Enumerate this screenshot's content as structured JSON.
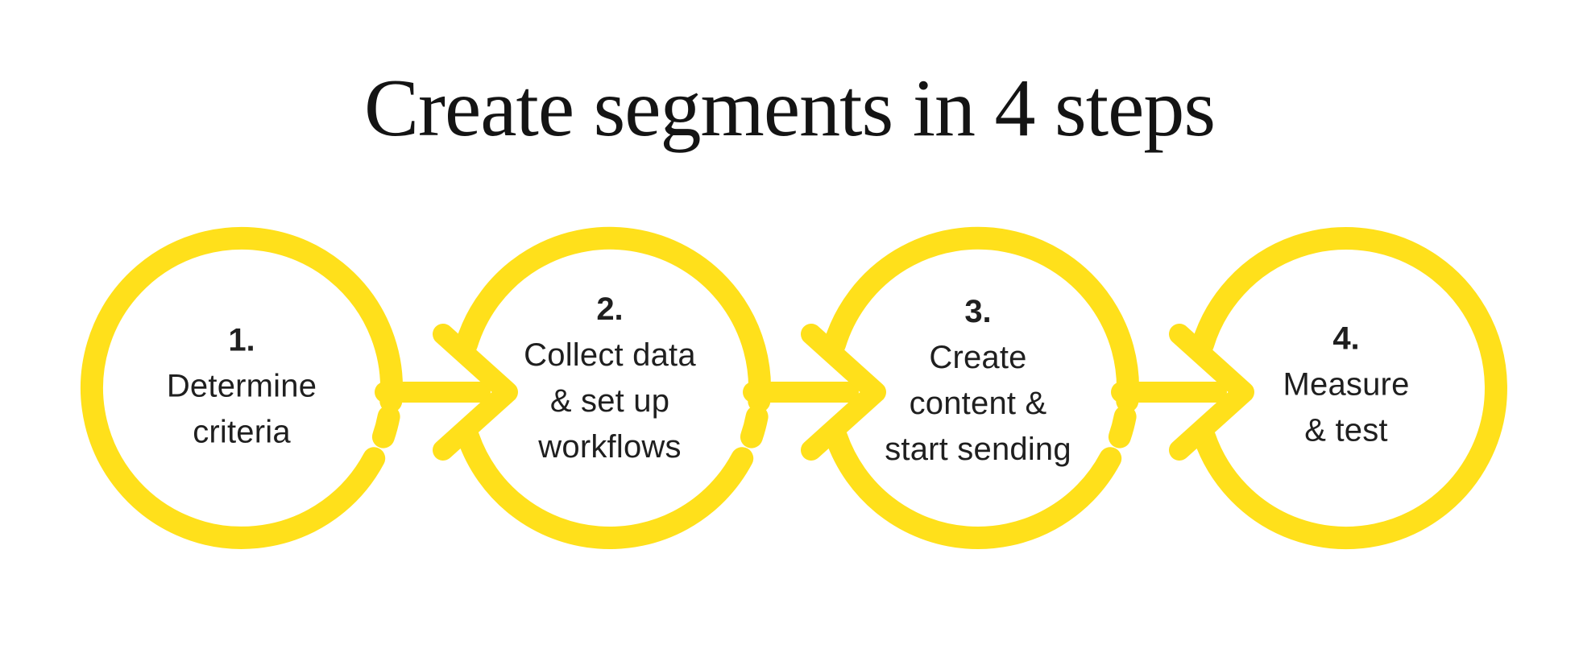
{
  "title": "Create segments in 4 steps",
  "colors": {
    "accent_yellow": "#FFE01B",
    "text": "#1F1F1F",
    "background": "#FFFFFF"
  },
  "icons": {
    "connector": "arrow-right-icon"
  },
  "steps": [
    {
      "number": "1.",
      "lines": [
        "Determine",
        "criteria"
      ]
    },
    {
      "number": "2.",
      "lines": [
        "Collect data",
        "& set up",
        "workflows"
      ]
    },
    {
      "number": "3.",
      "lines": [
        "Create",
        "content &",
        "start sending"
      ]
    },
    {
      "number": "4.",
      "lines": [
        "Measure",
        "& test"
      ]
    }
  ]
}
